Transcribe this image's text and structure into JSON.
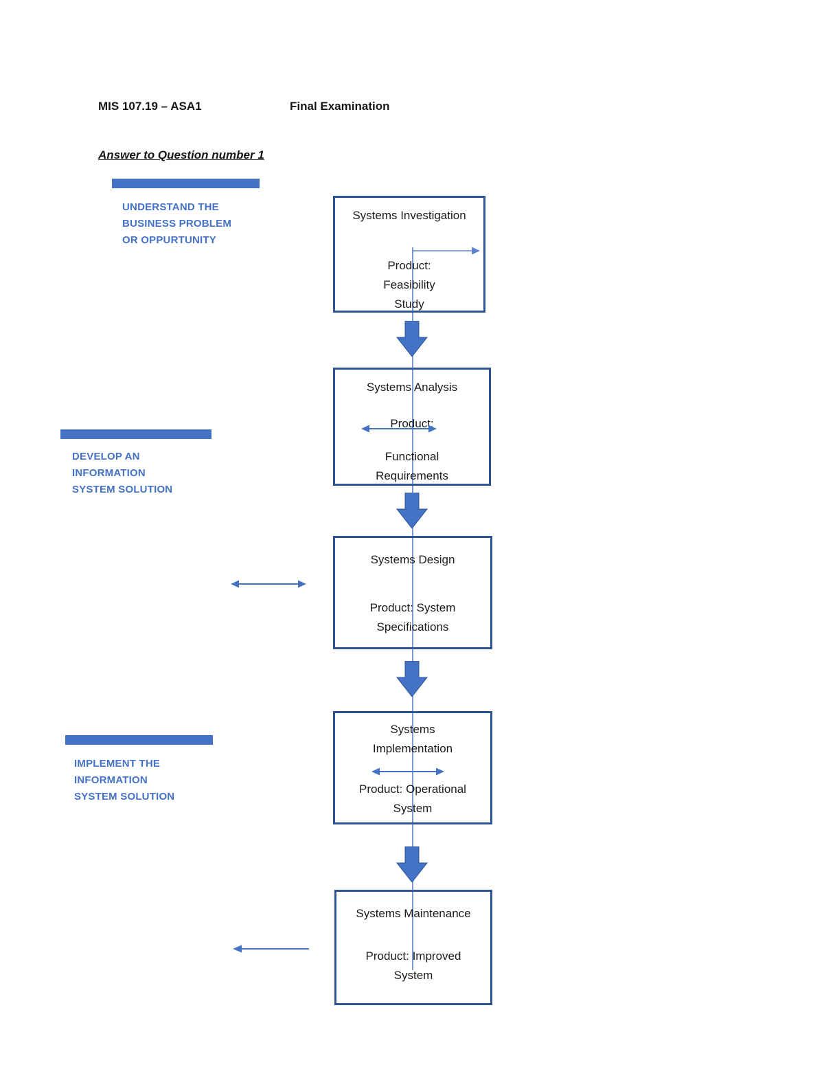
{
  "header": {
    "course_code": "MIS 107.19 – ASA1",
    "exam_title": "Final Examination",
    "answer_heading": "Answer to Question number 1"
  },
  "colors": {
    "accent": "#4472C4",
    "box_border": "#2F5496",
    "connector": "#7C9AD6"
  },
  "phase_labels": [
    {
      "text": "UNDERSTAND THE\nBUSINESS PROBLEM\nOR OPPURTUNITY"
    },
    {
      "text": "DEVELOP AN\nINFORMATION\nSYSTEM SOLUTION"
    },
    {
      "text": "IMPLEMENT THE\nINFORMATION\nSYSTEM SOLUTION"
    }
  ],
  "stages": [
    {
      "title": "Systems Investigation",
      "product": "Product:\nFeasibility\nStudy"
    },
    {
      "title": "Systems Analysis",
      "product_label": "Product:",
      "product_detail": "Functional\nRequirements"
    },
    {
      "title": "Systems Design",
      "product": "Product: System\nSpecifications"
    },
    {
      "title": "Systems\nImplementation",
      "product": "Product: Operational\nSystem"
    },
    {
      "title": "Systems Maintenance",
      "product": "Product: Improved\nSystem"
    }
  ]
}
